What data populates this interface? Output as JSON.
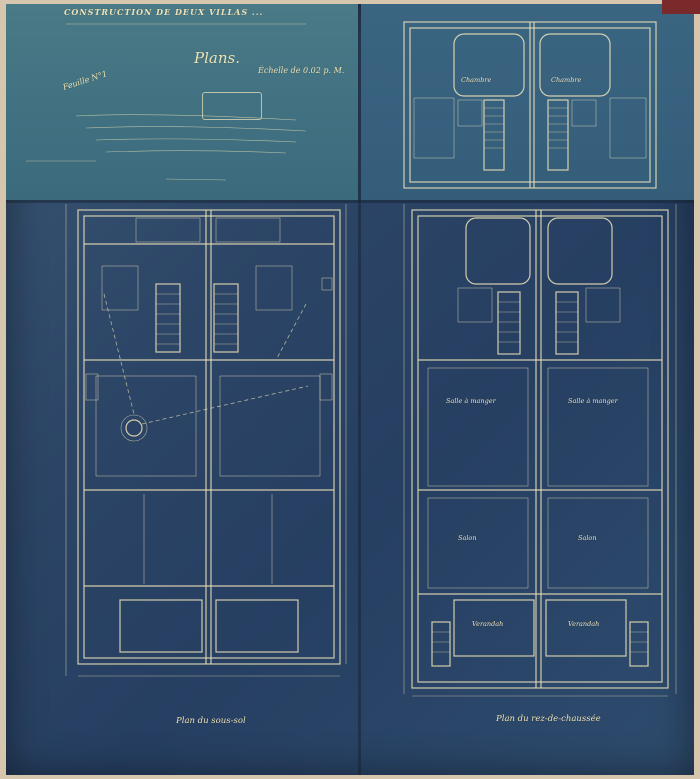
{
  "sheet": {
    "header_line1": "CONSTRUCTION DE DEUX VILLAS ...",
    "title": "Plans.",
    "feuille": "Feuille N°1",
    "echelle": "Échelle de 0.02 p. M.",
    "ground_plan_caption": "Plan du sous-sol",
    "floor_plan_caption": "Plan du rez-de-chaussée",
    "rooms": {
      "chambre": "Chambre",
      "salle_a_manger": "Salle à manger",
      "salon": "Salon",
      "verandah": "Verandah"
    }
  },
  "colors": {
    "paper": "#2c4566",
    "title_block": "#4a7a86",
    "ink": "#e9dfb6",
    "frame": "#d7c6ae"
  }
}
